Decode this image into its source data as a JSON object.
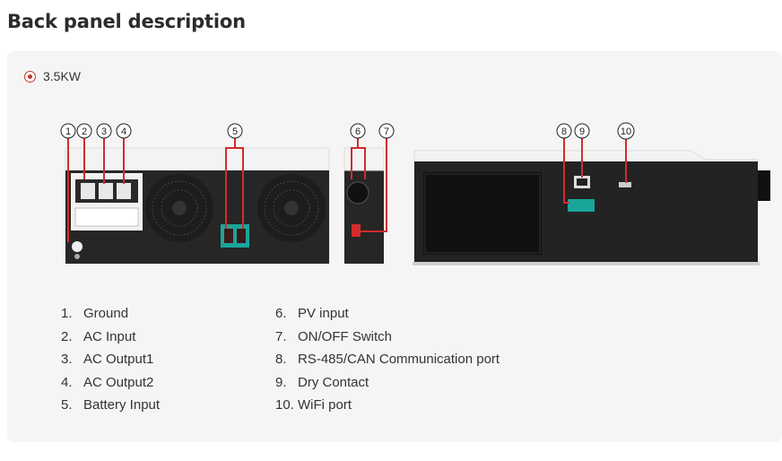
{
  "title": "Back panel description",
  "model_option": {
    "label": "3.5KW",
    "selected": true
  },
  "callouts": [
    "1",
    "2",
    "3",
    "4",
    "5",
    "6",
    "7",
    "8",
    "9",
    "10"
  ],
  "legend_left": [
    {
      "num": "1.",
      "label": "Ground"
    },
    {
      "num": "2.",
      "label": "AC Input"
    },
    {
      "num": "3.",
      "label": "AC Output1"
    },
    {
      "num": "4.",
      "label": "AC Output2"
    },
    {
      "num": "5.",
      "label": "Battery Input"
    }
  ],
  "legend_right": [
    {
      "num": "6.",
      "label": "PV input"
    },
    {
      "num": "7.",
      "label": "ON/OFF Switch"
    },
    {
      "num": "8.",
      "label": "RS-485/CAN Communication port"
    },
    {
      "num": "9.",
      "label": "Dry Contact"
    },
    {
      "num": "10.",
      "label": "WiFi port"
    }
  ],
  "colors": {
    "accent": "#c0392b",
    "device": "#262626",
    "teal": "#1aa59a"
  }
}
